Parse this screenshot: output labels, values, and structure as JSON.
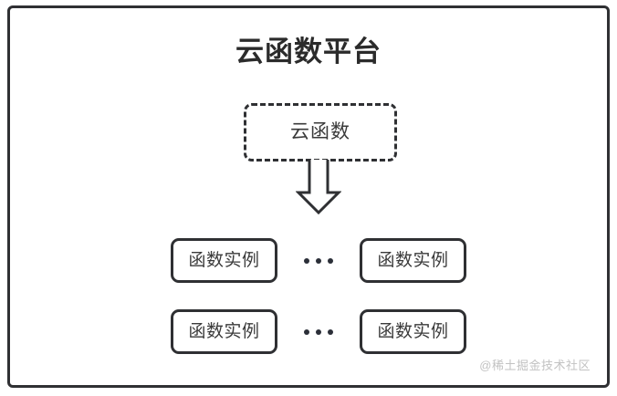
{
  "diagram": {
    "type": "architecture-block-diagram",
    "background_color": "#ffffff",
    "stroke_color": "#2f3033",
    "text_color": "#3a3a3a",
    "platform": {
      "title": "云函数平台",
      "border_style": "solid"
    },
    "cloud_function": {
      "label": "云函数",
      "border_style": "dashed"
    },
    "arrow": {
      "direction": "down",
      "style": "hollow-block-arrow",
      "icon_name": "arrow-down-icon"
    },
    "instance_rows": [
      {
        "left_instance": "函数实例",
        "ellipsis": "•••",
        "right_instance": "函数实例"
      },
      {
        "left_instance": "函数实例",
        "ellipsis": "•••",
        "right_instance": "函数实例"
      }
    ],
    "watermark": {
      "text": "@稀土掘金技术社区",
      "color": "#c2c2c2"
    }
  }
}
